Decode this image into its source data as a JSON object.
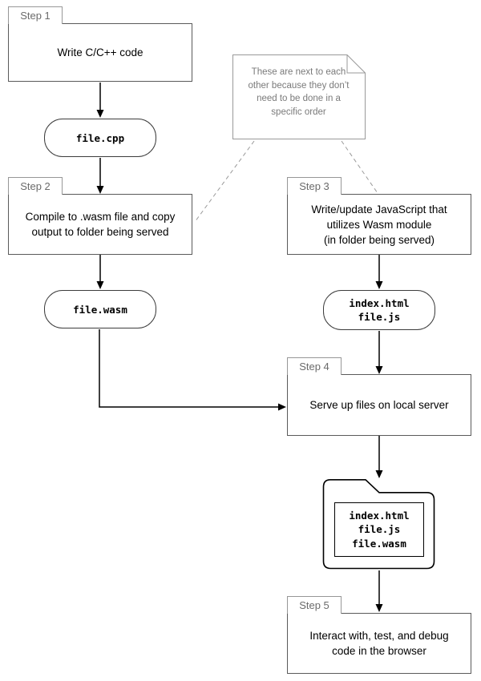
{
  "title": "Wasm development workflow diagram",
  "steps": [
    {
      "label": "Step 1",
      "lines": [
        "Write C/C++ code"
      ]
    },
    {
      "label": "Step 2",
      "lines": [
        "Compile to .wasm file and copy",
        "output to folder being served"
      ]
    },
    {
      "label": "Step 3",
      "lines": [
        "Write/update JavaScript that",
        "utilizes Wasm module",
        "(in folder being served)"
      ]
    },
    {
      "label": "Step 4",
      "lines": [
        "Serve up files on local server"
      ]
    },
    {
      "label": "Step 5",
      "lines": [
        "Interact with, test, and debug",
        "code in the browser"
      ]
    }
  ],
  "artifacts": [
    {
      "lines": [
        "file.cpp"
      ]
    },
    {
      "lines": [
        "file.wasm"
      ]
    },
    {
      "lines": [
        "index.html",
        "file.js"
      ]
    }
  ],
  "folder": {
    "lines": [
      "index.html",
      "file.js",
      "file.wasm"
    ]
  },
  "note": {
    "lines": [
      "These are next to each",
      "other because they don’t",
      "need to be done in a",
      "specific order"
    ]
  },
  "colors": {
    "background": "#ffffff",
    "box_border": "#5a5a5a",
    "tab_border": "#979797",
    "tab_text": "#6b6b6b",
    "note_gray": "#999999",
    "note_text": "#7a7a7a",
    "arrow": "#000000",
    "text": "#000000"
  }
}
